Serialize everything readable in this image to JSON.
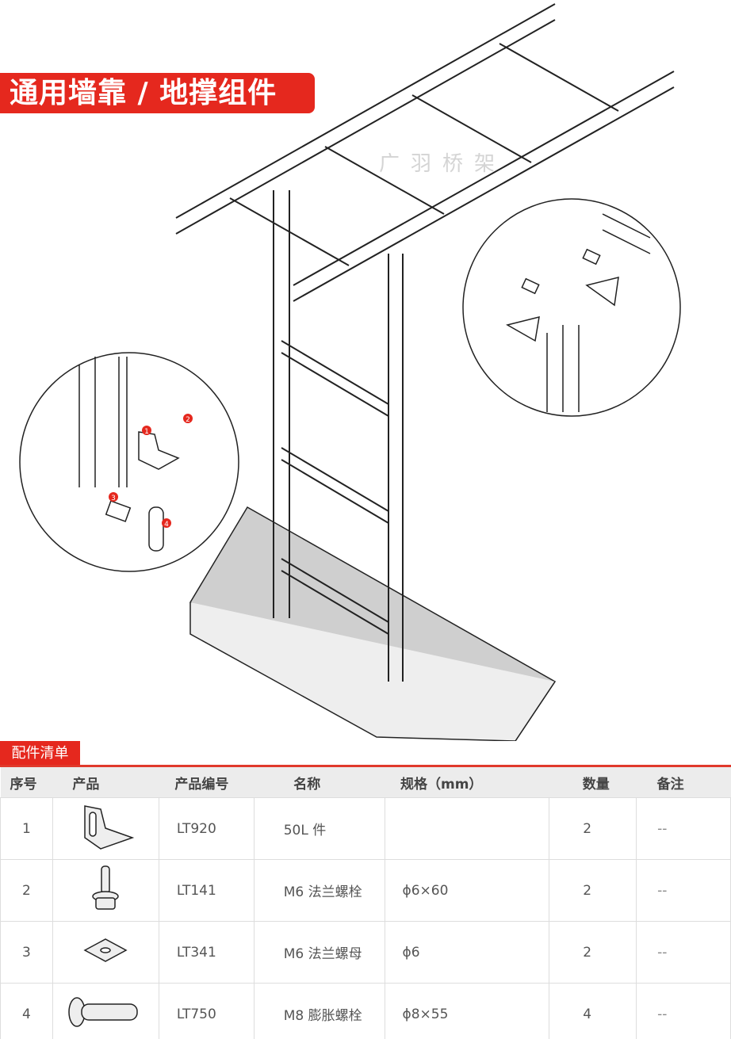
{
  "title": "通用墙靠 / 地撑组件",
  "watermark": "广羽桥架",
  "callouts": [
    "1",
    "2",
    "3",
    "4"
  ],
  "parts_tab": "配件清单",
  "columns": [
    "序号",
    "产品",
    "产品编号",
    "名称",
    "规格（mm）",
    "数量",
    "备注"
  ],
  "rows": [
    {
      "no": "1",
      "icon": "angle-bracket",
      "code": "LT920",
      "name": "50L 件",
      "spec": "",
      "qty": "2",
      "note": "--"
    },
    {
      "no": "2",
      "icon": "flange-bolt",
      "code": "LT141",
      "name": "M6 法兰螺栓",
      "spec": "ϕ6×60",
      "qty": "2",
      "note": "--"
    },
    {
      "no": "3",
      "icon": "square-nut",
      "code": "LT341",
      "name": "M6 法兰螺母",
      "spec": "ϕ6",
      "qty": "2",
      "note": "--"
    },
    {
      "no": "4",
      "icon": "expansion-bolt",
      "code": "LT750",
      "name": "M8 膨胀螺栓",
      "spec": "ϕ8×55",
      "qty": "4",
      "note": "--"
    }
  ]
}
